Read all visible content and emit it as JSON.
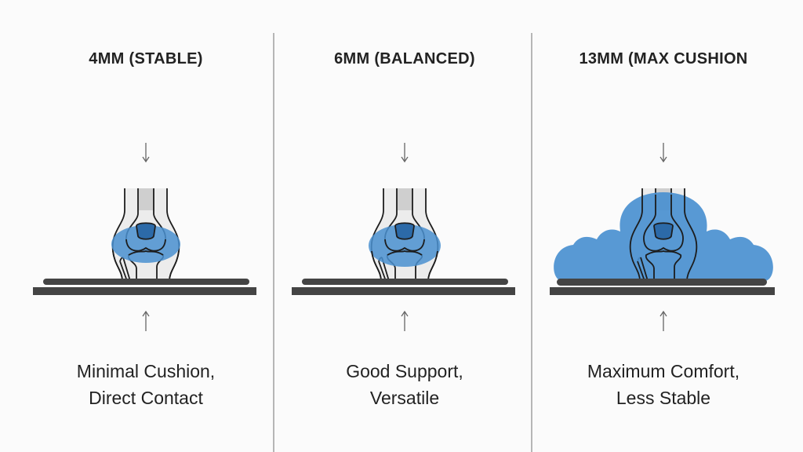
{
  "panels": [
    {
      "title": "4MM (STABLE)",
      "caption_line1": "Minimal Cushion,",
      "caption_line2": "Direct Contact"
    },
    {
      "title": "6MM (BALANCED)",
      "caption_line1": "Good Support,",
      "caption_line2": "Versatile"
    },
    {
      "title": "13MM (MAX CUSHION",
      "caption_line1": "Maximum Comfort,",
      "caption_line2": "Less Stable"
    }
  ],
  "colors": {
    "cushion": "#4a90d0",
    "patella": "#2c6aa8",
    "pad": "#444444",
    "bone": "#d3d3d3"
  }
}
